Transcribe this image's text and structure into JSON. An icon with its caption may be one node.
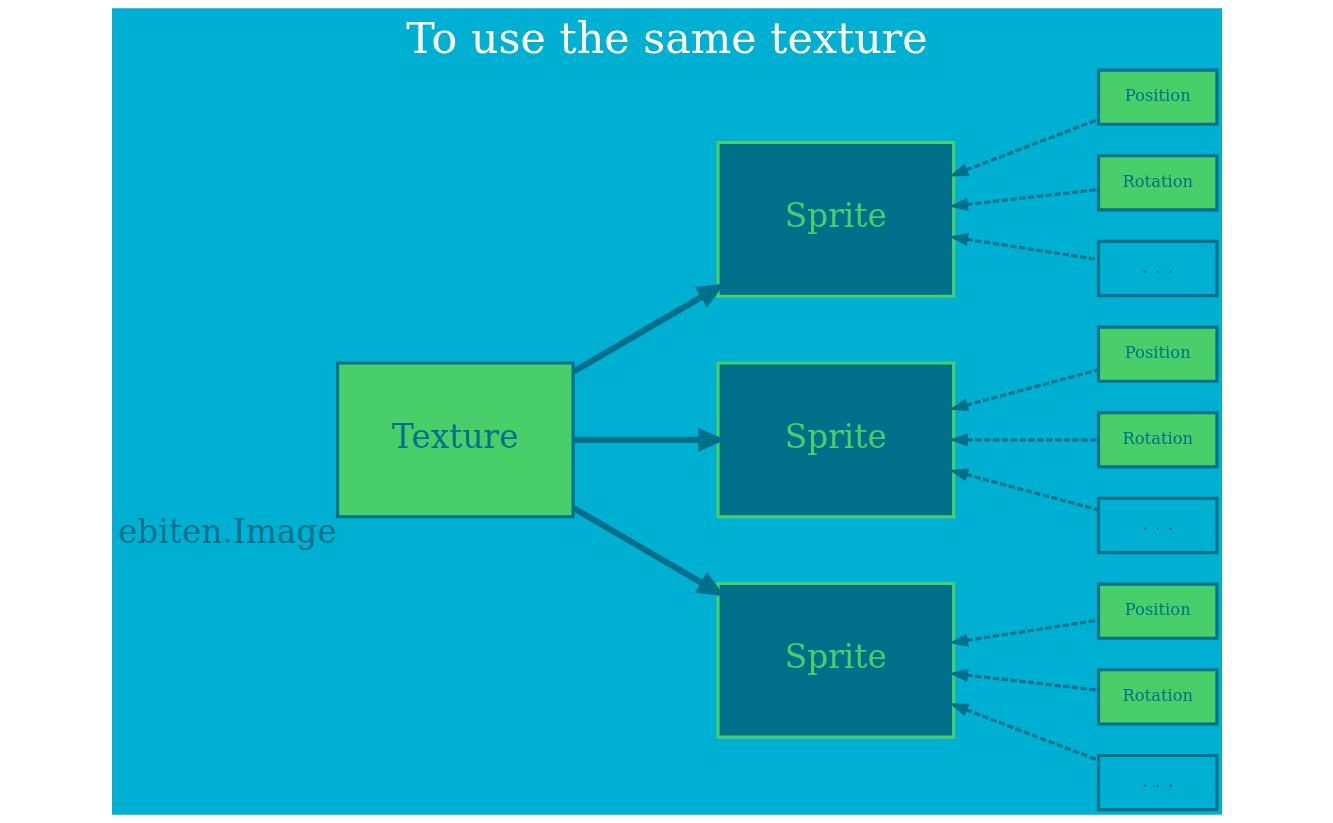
{
  "diagram": {
    "title": "To use the same texture",
    "nodes": [
      {
        "text": [
          "Texture"
        ],
        "beside": [
          "ebiten.Image"
        ]
      },
      {
        "text": [
          "Sprite"
        ]
      },
      {
        "text": [
          "Sprite"
        ]
      },
      {
        "text": [
          "Sprite"
        ]
      },
      {
        "text": [
          "Position"
        ]
      },
      {
        "text": [
          "Rotation"
        ]
      },
      {
        "text": [
          ". . ."
        ]
      },
      {
        "text": [
          "Position"
        ]
      },
      {
        "text": [
          "Rotation"
        ]
      },
      {
        "text": [
          ". . ."
        ]
      },
      {
        "text": [
          "Position"
        ]
      },
      {
        "text": [
          "Rotation"
        ]
      },
      {
        "text": [
          ". . ."
        ]
      }
    ],
    "edges": [
      {
        "from": 0,
        "to": 1,
        "arrow": "to",
        "style": "thick"
      },
      {
        "from": 0,
        "to": 2,
        "arrow": "to",
        "style": "thick"
      },
      {
        "from": 0,
        "to": 3,
        "arrow": "to",
        "style": "thick"
      },
      {
        "from": 4,
        "to": 1,
        "arrow": "to",
        "style": "dashed"
      },
      {
        "from": 5,
        "to": 1,
        "arrow": "to",
        "style": "dashed"
      },
      {
        "from": 6,
        "to": 1,
        "arrow": "to",
        "style": "dashed"
      },
      {
        "from": 7,
        "to": 2,
        "arrow": "to",
        "style": "dashed"
      },
      {
        "from": 8,
        "to": 2,
        "arrow": "to",
        "style": "dashed"
      },
      {
        "from": 9,
        "to": 2,
        "arrow": "to",
        "style": "dashed"
      },
      {
        "from": 10,
        "to": 3,
        "arrow": "to",
        "style": "dashed"
      },
      {
        "from": 11,
        "to": 3,
        "arrow": "to",
        "style": "dashed"
      },
      {
        "from": 12,
        "to": 3,
        "arrow": "to",
        "style": "dashed"
      }
    ]
  }
}
